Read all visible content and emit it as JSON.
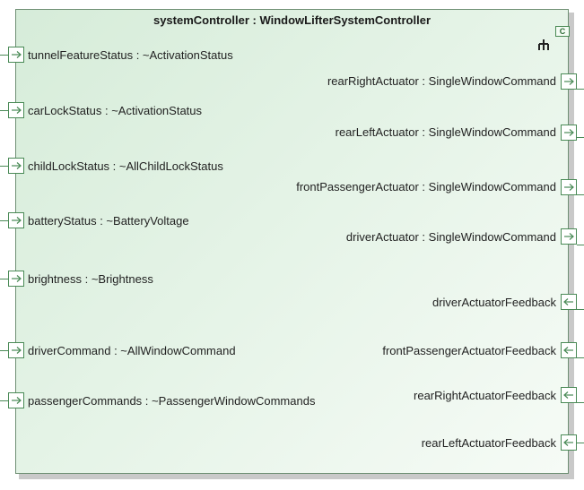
{
  "block": {
    "title": "systemController : WindowLifterSystemController",
    "class_badge": "C"
  },
  "ports_left": [
    {
      "label": "tunnelFeatureStatus : ~ActivationStatus"
    },
    {
      "label": "carLockStatus : ~ActivationStatus"
    },
    {
      "label": "childLockStatus : ~AllChildLockStatus"
    },
    {
      "label": "batteryStatus : ~BatteryVoltage"
    },
    {
      "label": "brightness : ~Brightness"
    },
    {
      "label": "driverCommand : ~AllWindowCommand"
    },
    {
      "label": "passengerCommands : ~PassengerWindowCommands"
    }
  ],
  "ports_right_out": [
    {
      "label": "rearRightActuator : SingleWindowCommand"
    },
    {
      "label": "rearLeftActuator : SingleWindowCommand"
    },
    {
      "label": "frontPassengerActuator : SingleWindowCommand"
    },
    {
      "label": "driverActuator : SingleWindowCommand"
    }
  ],
  "ports_right_in": [
    {
      "label": "driverActuatorFeedback"
    },
    {
      "label": "frontPassengerActuatorFeedback"
    },
    {
      "label": "rearRightActuatorFeedback"
    },
    {
      "label": "rearLeftActuatorFeedback"
    }
  ],
  "colors": {
    "port_border": "#4a8a56",
    "block_fill": "#e4f3e6"
  },
  "icons": {
    "class_icon": "class-badge-icon",
    "structure_icon": "structure-fork-icon",
    "port_in_icon": "arrow-right-icon",
    "port_out_icon": "arrow-right-icon",
    "port_feedback_icon": "arrow-left-icon"
  }
}
